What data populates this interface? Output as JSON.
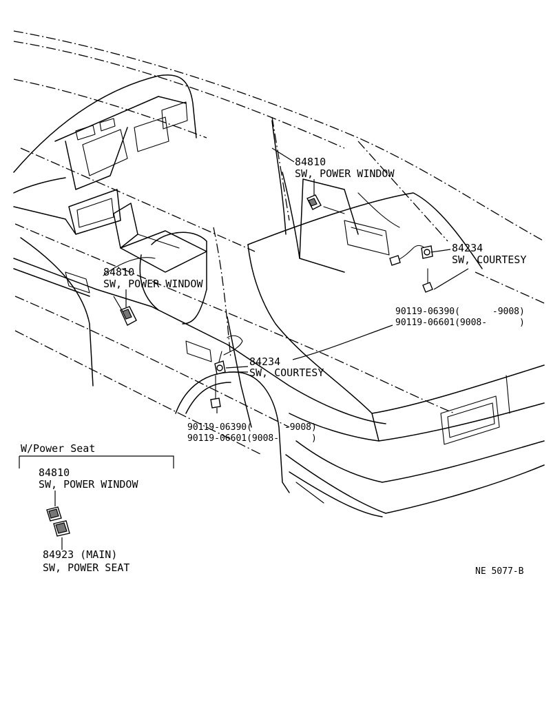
{
  "callouts": {
    "pw_rear_num": "84810",
    "pw_rear_name": "SW, POWER WINDOW",
    "pw_front_num": "84810",
    "pw_front_name": "SW, POWER WINDOW",
    "courtesy_rear_num": "84234",
    "courtesy_rear_name": "SW, COURTESY",
    "courtesy_front_num": "84234",
    "courtesy_front_name": "SW, COURTESY",
    "screw_rear_1": "90119-06390(      -9008)",
    "screw_rear_2": "90119-06601(9008-      )",
    "screw_front_1": "90119-06390(      -9008)",
    "screw_front_2": "90119-06601(9008-      )"
  },
  "inset": {
    "title": "W/Power Seat",
    "pw_num": "84810",
    "pw_name": "SW, POWER WINDOW",
    "seat_num": "84923 (MAIN)",
    "seat_name": "SW, POWER SEAT"
  },
  "figure_code": "NE 5077-B"
}
